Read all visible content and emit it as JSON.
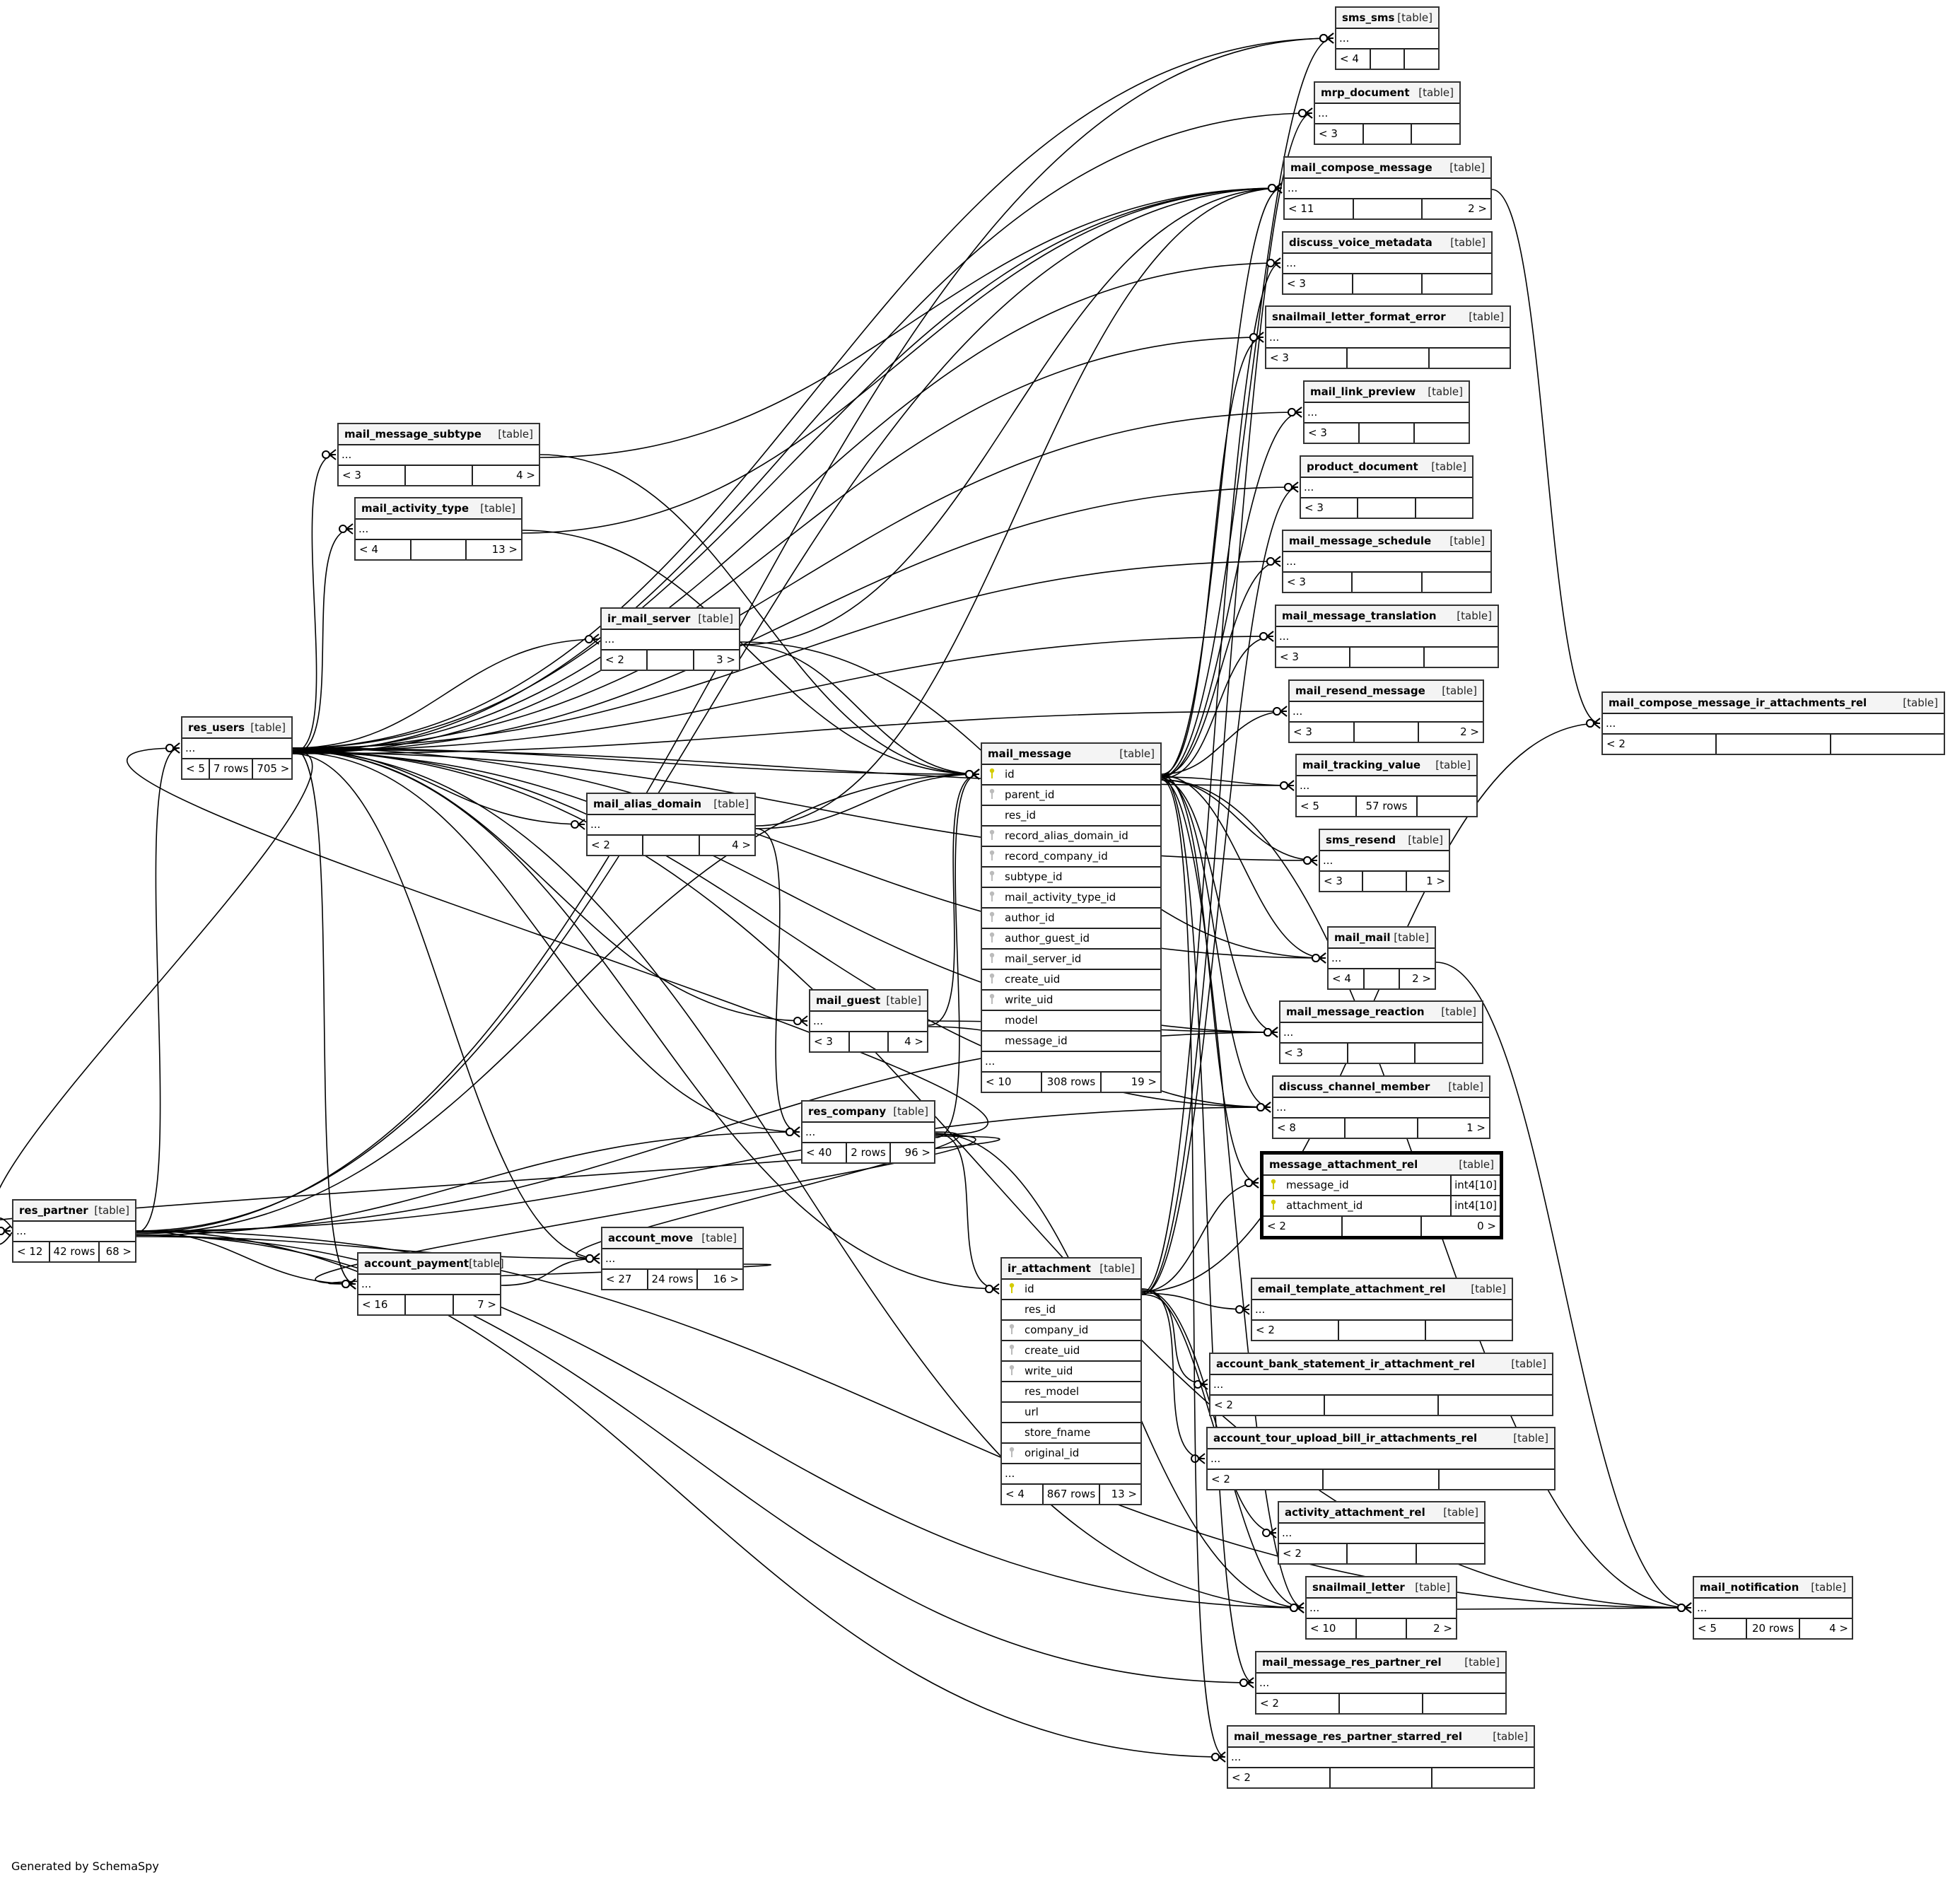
{
  "diagram": {
    "footer": "Generated by SchemaSpy",
    "type_label": "[table]",
    "more_label": "...",
    "tables": [
      {
        "id": "sms_sms",
        "name": "sms_sms",
        "left": "< 4",
        "rows": "",
        "right": ""
      },
      {
        "id": "mrp_document",
        "name": "mrp_document",
        "left": "< 3",
        "rows": "",
        "right": ""
      },
      {
        "id": "mail_compose_message",
        "name": "mail_compose_message",
        "left": "< 11",
        "rows": "",
        "right": "2 >"
      },
      {
        "id": "discuss_voice_metadata",
        "name": "discuss_voice_metadata",
        "left": "< 3",
        "rows": "",
        "right": ""
      },
      {
        "id": "snailmail_letter_format_error",
        "name": "snailmail_letter_format_error",
        "left": "< 3",
        "rows": "",
        "right": ""
      },
      {
        "id": "mail_link_preview",
        "name": "mail_link_preview",
        "left": "< 3",
        "rows": "",
        "right": ""
      },
      {
        "id": "product_document",
        "name": "product_document",
        "left": "< 3",
        "rows": "",
        "right": ""
      },
      {
        "id": "mail_message_schedule",
        "name": "mail_message_schedule",
        "left": "< 3",
        "rows": "",
        "right": ""
      },
      {
        "id": "mail_message_translation",
        "name": "mail_message_translation",
        "left": "< 3",
        "rows": "",
        "right": ""
      },
      {
        "id": "mail_resend_message",
        "name": "mail_resend_message",
        "left": "< 3",
        "rows": "",
        "right": "2 >"
      },
      {
        "id": "mail_tracking_value",
        "name": "mail_tracking_value",
        "left": "< 5",
        "rows": "57 rows",
        "right": ""
      },
      {
        "id": "sms_resend",
        "name": "sms_resend",
        "left": "< 3",
        "rows": "",
        "right": "1 >"
      },
      {
        "id": "mail_mail",
        "name": "mail_mail",
        "left": "< 4",
        "rows": "",
        "right": "2 >"
      },
      {
        "id": "mail_message_reaction",
        "name": "mail_message_reaction",
        "left": "< 3",
        "rows": "",
        "right": ""
      },
      {
        "id": "discuss_channel_member",
        "name": "discuss_channel_member",
        "left": "< 8",
        "rows": "",
        "right": "1 >"
      },
      {
        "id": "message_attachment_rel",
        "name": "message_attachment_rel",
        "left": "< 2",
        "rows": "",
        "right": "0 >",
        "focus": true,
        "columns": [
          {
            "name": "message_id",
            "key": "pk",
            "type": "int4[10]"
          },
          {
            "name": "attachment_id",
            "key": "pk",
            "type": "int4[10]"
          }
        ]
      },
      {
        "id": "email_template_attachment_rel",
        "name": "email_template_attachment_rel",
        "left": "< 2",
        "rows": "",
        "right": ""
      },
      {
        "id": "account_bank_statement_ir_attachment_rel",
        "name": "account_bank_statement_ir_attachment_rel",
        "left": "< 2",
        "rows": "",
        "right": ""
      },
      {
        "id": "account_tour_upload_bill_ir_attachments_rel",
        "name": "account_tour_upload_bill_ir_attachments_rel",
        "left": "< 2",
        "rows": "",
        "right": ""
      },
      {
        "id": "activity_attachment_rel",
        "name": "activity_attachment_rel",
        "left": "< 2",
        "rows": "",
        "right": ""
      },
      {
        "id": "snailmail_letter",
        "name": "snailmail_letter",
        "left": "< 10",
        "rows": "",
        "right": "2 >"
      },
      {
        "id": "mail_message_res_partner_rel",
        "name": "mail_message_res_partner_rel",
        "left": "< 2",
        "rows": "",
        "right": ""
      },
      {
        "id": "mail_message_res_partner_starred_rel",
        "name": "mail_message_res_partner_starred_rel",
        "left": "< 2",
        "rows": "",
        "right": ""
      },
      {
        "id": "mail_compose_message_ir_attachments_rel",
        "name": "mail_compose_message_ir_attachments_rel",
        "left": "< 2",
        "rows": "",
        "right": ""
      },
      {
        "id": "mail_notification",
        "name": "mail_notification",
        "left": "< 5",
        "rows": "20 rows",
        "right": "4 >"
      },
      {
        "id": "mail_message",
        "name": "mail_message",
        "left": "< 10",
        "rows": "308 rows",
        "right": "19 >",
        "columns": [
          {
            "name": "id",
            "key": "pk"
          },
          {
            "name": "parent_id",
            "key": "fk"
          },
          {
            "name": "res_id",
            "key": ""
          },
          {
            "name": "record_alias_domain_id",
            "key": "fk"
          },
          {
            "name": "record_company_id",
            "key": "fk"
          },
          {
            "name": "subtype_id",
            "key": "fk"
          },
          {
            "name": "mail_activity_type_id",
            "key": "fk"
          },
          {
            "name": "author_id",
            "key": "fk"
          },
          {
            "name": "author_guest_id",
            "key": "fk"
          },
          {
            "name": "mail_server_id",
            "key": "fk"
          },
          {
            "name": "create_uid",
            "key": "fk"
          },
          {
            "name": "write_uid",
            "key": "fk"
          },
          {
            "name": "model",
            "key": ""
          },
          {
            "name": "message_id",
            "key": ""
          }
        ]
      },
      {
        "id": "ir_attachment",
        "name": "ir_attachment",
        "left": "< 4",
        "rows": "867 rows",
        "right": "13 >",
        "columns": [
          {
            "name": "id",
            "key": "pk"
          },
          {
            "name": "res_id",
            "key": ""
          },
          {
            "name": "company_id",
            "key": "fk"
          },
          {
            "name": "create_uid",
            "key": "fk"
          },
          {
            "name": "write_uid",
            "key": "fk"
          },
          {
            "name": "res_model",
            "key": ""
          },
          {
            "name": "url",
            "key": ""
          },
          {
            "name": "store_fname",
            "key": ""
          },
          {
            "name": "original_id",
            "key": "fk"
          }
        ]
      },
      {
        "id": "res_users",
        "name": "res_users",
        "left": "< 5",
        "rows": "7 rows",
        "right": "705 >"
      },
      {
        "id": "res_partner",
        "name": "res_partner",
        "left": "< 12",
        "rows": "42 rows",
        "right": "68 >"
      },
      {
        "id": "mail_message_subtype",
        "name": "mail_message_subtype",
        "left": "< 3",
        "rows": "",
        "right": "4 >"
      },
      {
        "id": "mail_activity_type",
        "name": "mail_activity_type",
        "left": "< 4",
        "rows": "",
        "right": "13 >"
      },
      {
        "id": "ir_mail_server",
        "name": "ir_mail_server",
        "left": "< 2",
        "rows": "",
        "right": "3 >"
      },
      {
        "id": "mail_alias_domain",
        "name": "mail_alias_domain",
        "left": "< 2",
        "rows": "",
        "right": "4 >"
      },
      {
        "id": "mail_guest",
        "name": "mail_guest",
        "left": "< 3",
        "rows": "",
        "right": "4 >"
      },
      {
        "id": "res_company",
        "name": "res_company",
        "left": "< 40",
        "rows": "2 rows",
        "right": "96 >"
      },
      {
        "id": "account_move",
        "name": "account_move",
        "left": "< 27",
        "rows": "24 rows",
        "right": "16 >"
      },
      {
        "id": "account_payment",
        "name": "account_payment",
        "left": "< 16",
        "rows": "",
        "right": "7 >"
      }
    ],
    "relationships": [
      [
        "res_users",
        "sms_sms"
      ],
      [
        "res_partner",
        "sms_sms"
      ],
      [
        "mail_message",
        "sms_sms"
      ],
      [
        "res_users",
        "mrp_document"
      ],
      [
        "ir_attachment",
        "mrp_document"
      ],
      [
        "res_users",
        "mail_compose_message"
      ],
      [
        "mail_message",
        "mail_compose_message"
      ],
      [
        "mail_message_subtype",
        "mail_compose_message"
      ],
      [
        "mail_activity_type",
        "mail_compose_message"
      ],
      [
        "ir_mail_server",
        "mail_compose_message"
      ],
      [
        "res_partner",
        "mail_compose_message"
      ],
      [
        "mail_alias_domain",
        "mail_compose_message"
      ],
      [
        "res_users",
        "discuss_voice_metadata"
      ],
      [
        "ir_attachment",
        "discuss_voice_metadata"
      ],
      [
        "res_users",
        "snailmail_letter_format_error"
      ],
      [
        "mail_message",
        "snailmail_letter_format_error"
      ],
      [
        "res_users",
        "mail_link_preview"
      ],
      [
        "mail_message",
        "mail_link_preview"
      ],
      [
        "res_users",
        "product_document"
      ],
      [
        "ir_attachment",
        "product_document"
      ],
      [
        "res_users",
        "mail_message_schedule"
      ],
      [
        "mail_message",
        "mail_message_schedule"
      ],
      [
        "res_users",
        "mail_message_translation"
      ],
      [
        "mail_message",
        "mail_message_translation"
      ],
      [
        "res_users",
        "mail_resend_message"
      ],
      [
        "mail_message",
        "mail_resend_message"
      ],
      [
        "res_users",
        "mail_tracking_value"
      ],
      [
        "mail_message",
        "mail_tracking_value"
      ],
      [
        "res_users",
        "sms_resend"
      ],
      [
        "mail_message",
        "sms_resend"
      ],
      [
        "res_users",
        "mail_mail"
      ],
      [
        "mail_message",
        "mail_mail"
      ],
      [
        "ir_mail_server",
        "mail_mail"
      ],
      [
        "res_users",
        "mail_message_reaction"
      ],
      [
        "mail_message",
        "mail_message_reaction"
      ],
      [
        "mail_guest",
        "mail_message_reaction"
      ],
      [
        "res_partner",
        "mail_message_reaction"
      ],
      [
        "res_users",
        "discuss_channel_member"
      ],
      [
        "mail_message",
        "discuss_channel_member"
      ],
      [
        "mail_guest",
        "discuss_channel_member"
      ],
      [
        "res_partner",
        "discuss_channel_member"
      ],
      [
        "mail_message",
        "message_attachment_rel"
      ],
      [
        "ir_attachment",
        "message_attachment_rel"
      ],
      [
        "ir_attachment",
        "email_template_attachment_rel"
      ],
      [
        "ir_attachment",
        "account_bank_statement_ir_attachment_rel"
      ],
      [
        "ir_attachment",
        "account_tour_upload_bill_ir_attachments_rel"
      ],
      [
        "ir_attachment",
        "activity_attachment_rel"
      ],
      [
        "res_users",
        "snailmail_letter"
      ],
      [
        "res_partner",
        "snailmail_letter"
      ],
      [
        "mail_message",
        "snailmail_letter"
      ],
      [
        "ir_attachment",
        "snailmail_letter"
      ],
      [
        "res_company",
        "snailmail_letter"
      ],
      [
        "mail_message",
        "mail_message_res_partner_rel"
      ],
      [
        "res_partner",
        "mail_message_res_partner_rel"
      ],
      [
        "mail_message",
        "mail_message_res_partner_starred_rel"
      ],
      [
        "res_partner",
        "mail_message_res_partner_starred_rel"
      ],
      [
        "mail_compose_message",
        "mail_compose_message_ir_attachments_rel"
      ],
      [
        "ir_attachment",
        "mail_compose_message_ir_attachments_rel"
      ],
      [
        "mail_mail",
        "mail_notification"
      ],
      [
        "mail_message",
        "mail_notification"
      ],
      [
        "res_partner",
        "mail_notification"
      ],
      [
        "snailmail_letter",
        "mail_notification"
      ],
      [
        "res_users",
        "mail_notification"
      ],
      [
        "mail_alias_domain",
        "mail_message"
      ],
      [
        "res_company",
        "mail_message"
      ],
      [
        "mail_message_subtype",
        "mail_message"
      ],
      [
        "mail_activity_type",
        "mail_message"
      ],
      [
        "res_partner",
        "mail_message"
      ],
      [
        "mail_guest",
        "mail_message"
      ],
      [
        "ir_mail_server",
        "mail_message"
      ],
      [
        "res_users",
        "mail_message"
      ],
      [
        "res_company",
        "ir_attachment"
      ],
      [
        "res_users",
        "ir_attachment"
      ],
      [
        "res_users",
        "mail_message_subtype"
      ],
      [
        "res_users",
        "mail_activity_type"
      ],
      [
        "res_users",
        "ir_mail_server"
      ],
      [
        "res_users",
        "mail_alias_domain"
      ],
      [
        "res_users",
        "mail_guest"
      ],
      [
        "res_users",
        "res_company"
      ],
      [
        "res_users",
        "account_move"
      ],
      [
        "res_users",
        "account_payment"
      ],
      [
        "res_partner",
        "res_users"
      ],
      [
        "res_company",
        "res_users"
      ],
      [
        "res_partner",
        "res_company"
      ],
      [
        "res_partner",
        "account_move"
      ],
      [
        "res_partner",
        "account_payment"
      ],
      [
        "res_partner",
        "res_partner"
      ],
      [
        "res_users",
        "res_partner"
      ],
      [
        "res_company",
        "res_partner"
      ],
      [
        "account_move",
        "account_payment"
      ],
      [
        "res_company",
        "account_move"
      ],
      [
        "account_payment",
        "account_move"
      ],
      [
        "res_company",
        "account_payment"
      ],
      [
        "mail_alias_domain",
        "res_company"
      ]
    ]
  }
}
